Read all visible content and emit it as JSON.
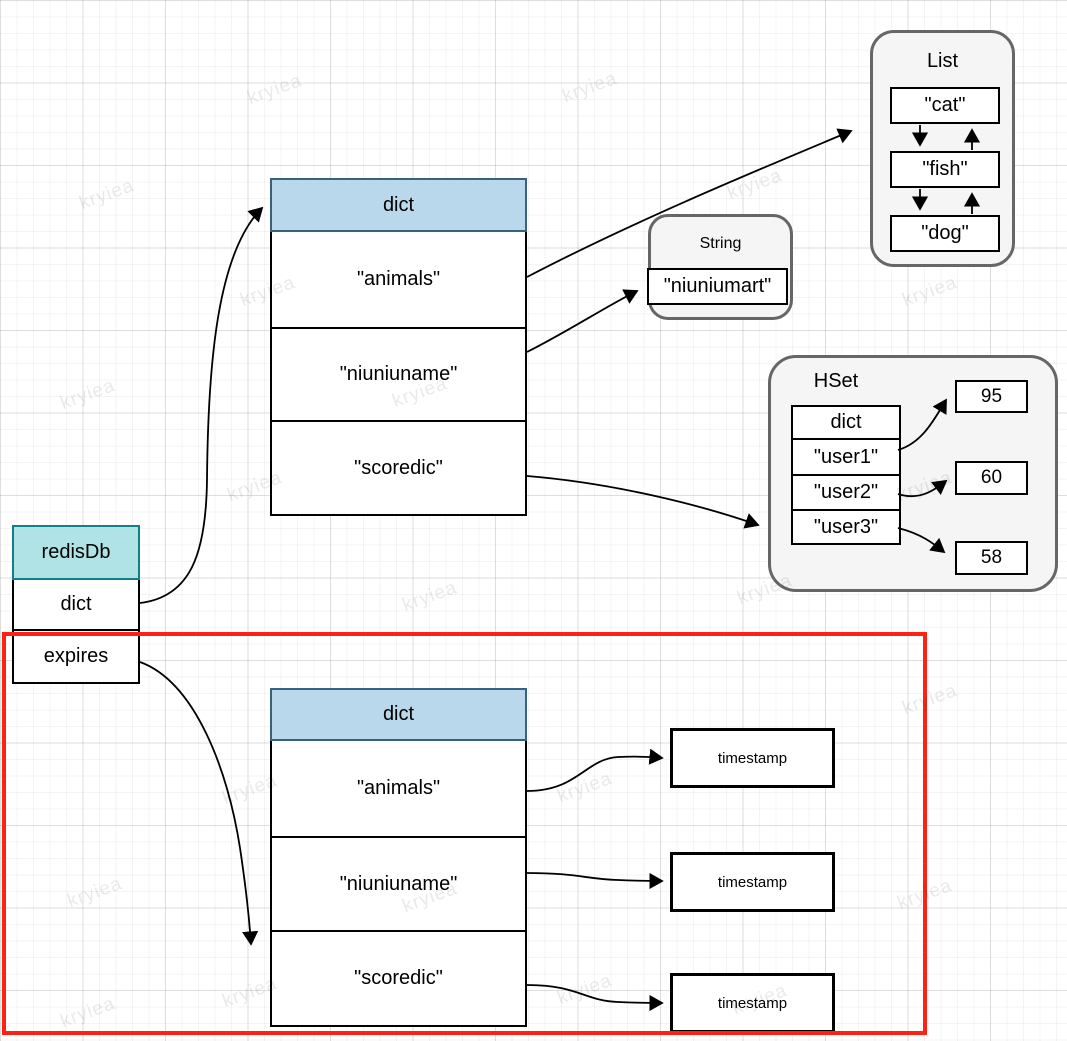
{
  "colors": {
    "header-blue": "#b9d8ec",
    "header-blue-border": "#39617f",
    "teal": "#b0e3e6",
    "teal-border": "#11808d",
    "container-fill": "#f5f5f5",
    "container-border": "#666666",
    "box-border": "#000000",
    "arrow": "#000000",
    "red": "#ff2213"
  },
  "watermark": {
    "text": "kryiea"
  },
  "redisdb": {
    "title": "redisDb",
    "rows": [
      "dict",
      "expires"
    ]
  },
  "dict_top": {
    "title": "dict",
    "rows": [
      "\"animals\"",
      "\"niuniuname\"",
      "\"scoredic\""
    ]
  },
  "list": {
    "title": "List",
    "items": [
      "\"cat\"",
      "\"fish\"",
      "\"dog\""
    ]
  },
  "string": {
    "title": "String",
    "value": "\"niuniumart\""
  },
  "hset": {
    "title": "HSet",
    "rows": [
      "dict",
      "\"user1\"",
      "\"user2\"",
      "\"user3\""
    ],
    "values": [
      "95",
      "60",
      "58"
    ]
  },
  "dict_bottom": {
    "title": "dict",
    "rows": [
      "\"animals\"",
      "\"niuniuname\"",
      "\"scoredic\""
    ]
  },
  "timestamps": [
    "timestamp",
    "timestamp",
    "timestamp"
  ]
}
